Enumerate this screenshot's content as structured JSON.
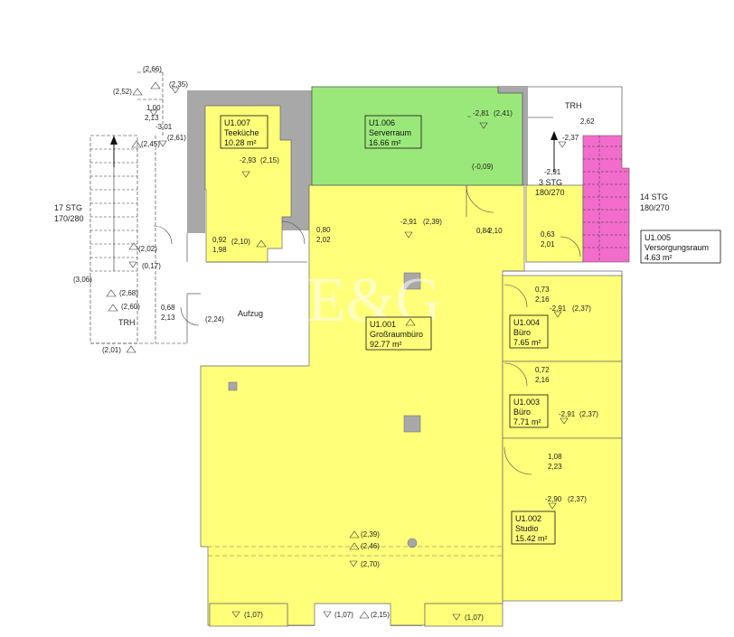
{
  "rooms": {
    "teekueche": {
      "id": "U1.007",
      "name": "Teeküche",
      "area": "10.28 m²"
    },
    "serverraum": {
      "id": "U1.006",
      "name": "Serverraum",
      "area": "16.66 m²"
    },
    "grossraum": {
      "id": "U1.001",
      "name": "Großraumbüro",
      "area": "92.77 m²"
    },
    "buero1": {
      "id": "U1.004",
      "name": "Büro",
      "area": "7.65 m²"
    },
    "buero2": {
      "id": "U1.003",
      "name": "Büro",
      "area": "7.71 m²"
    },
    "studio": {
      "id": "U1.002",
      "name": "Studio",
      "area": "15.42 m²"
    },
    "versorgung": {
      "id": "U1.005",
      "name": "Versorgungsraum",
      "area": "4.63 m²"
    }
  },
  "labels": {
    "aufzug": "Aufzug",
    "trh_left": "TRH",
    "trh_right": "TRH",
    "stair_left_count": "17 STG",
    "stair_left_size": "170/280",
    "stair_mid_count": "3 STG",
    "stair_mid_size": "180/270",
    "stair_right_count": "14 STG",
    "stair_right_size": "180/270"
  },
  "watermark": {
    "logo": "E&G"
  },
  "colors": {
    "yellow": "#ffff7a",
    "green": "#9be87a",
    "magenta": "#f26ccc",
    "wall": "#a8a8a8"
  },
  "dims": [
    "(2,66)",
    "(2,35)",
    "(2,52)",
    "1,00",
    "2,13",
    "-3,01",
    "(2,61)",
    "(2,45)",
    "-2,93",
    "(2,15)",
    "-2,81",
    "(2,41)",
    "(-0,09)",
    "TRH_2,62",
    "-2,37",
    "-2,91",
    "0,84",
    "2,10",
    "0,80",
    "2,02",
    "0,92",
    "1,98",
    "(2,10)",
    "-2,91",
    "(2,39)",
    "0,63",
    "2,01",
    "(2,02)",
    "(0,17)",
    "(3,06)",
    "(2,68)",
    "(2,60)",
    "0,68",
    "2,13",
    "(2,24)",
    "(2,01)",
    "0,73",
    "2,16",
    "-2,91",
    "(2,37)",
    "0,72",
    "2,16",
    "-2,91",
    "(2,37)",
    "1,08",
    "2,23",
    "-2,90",
    "(2,37)",
    "(2,39)",
    "(2,46)",
    "(2,70)",
    "(1,07)",
    "(1,07)",
    "(2,15)",
    "(1,07)"
  ]
}
